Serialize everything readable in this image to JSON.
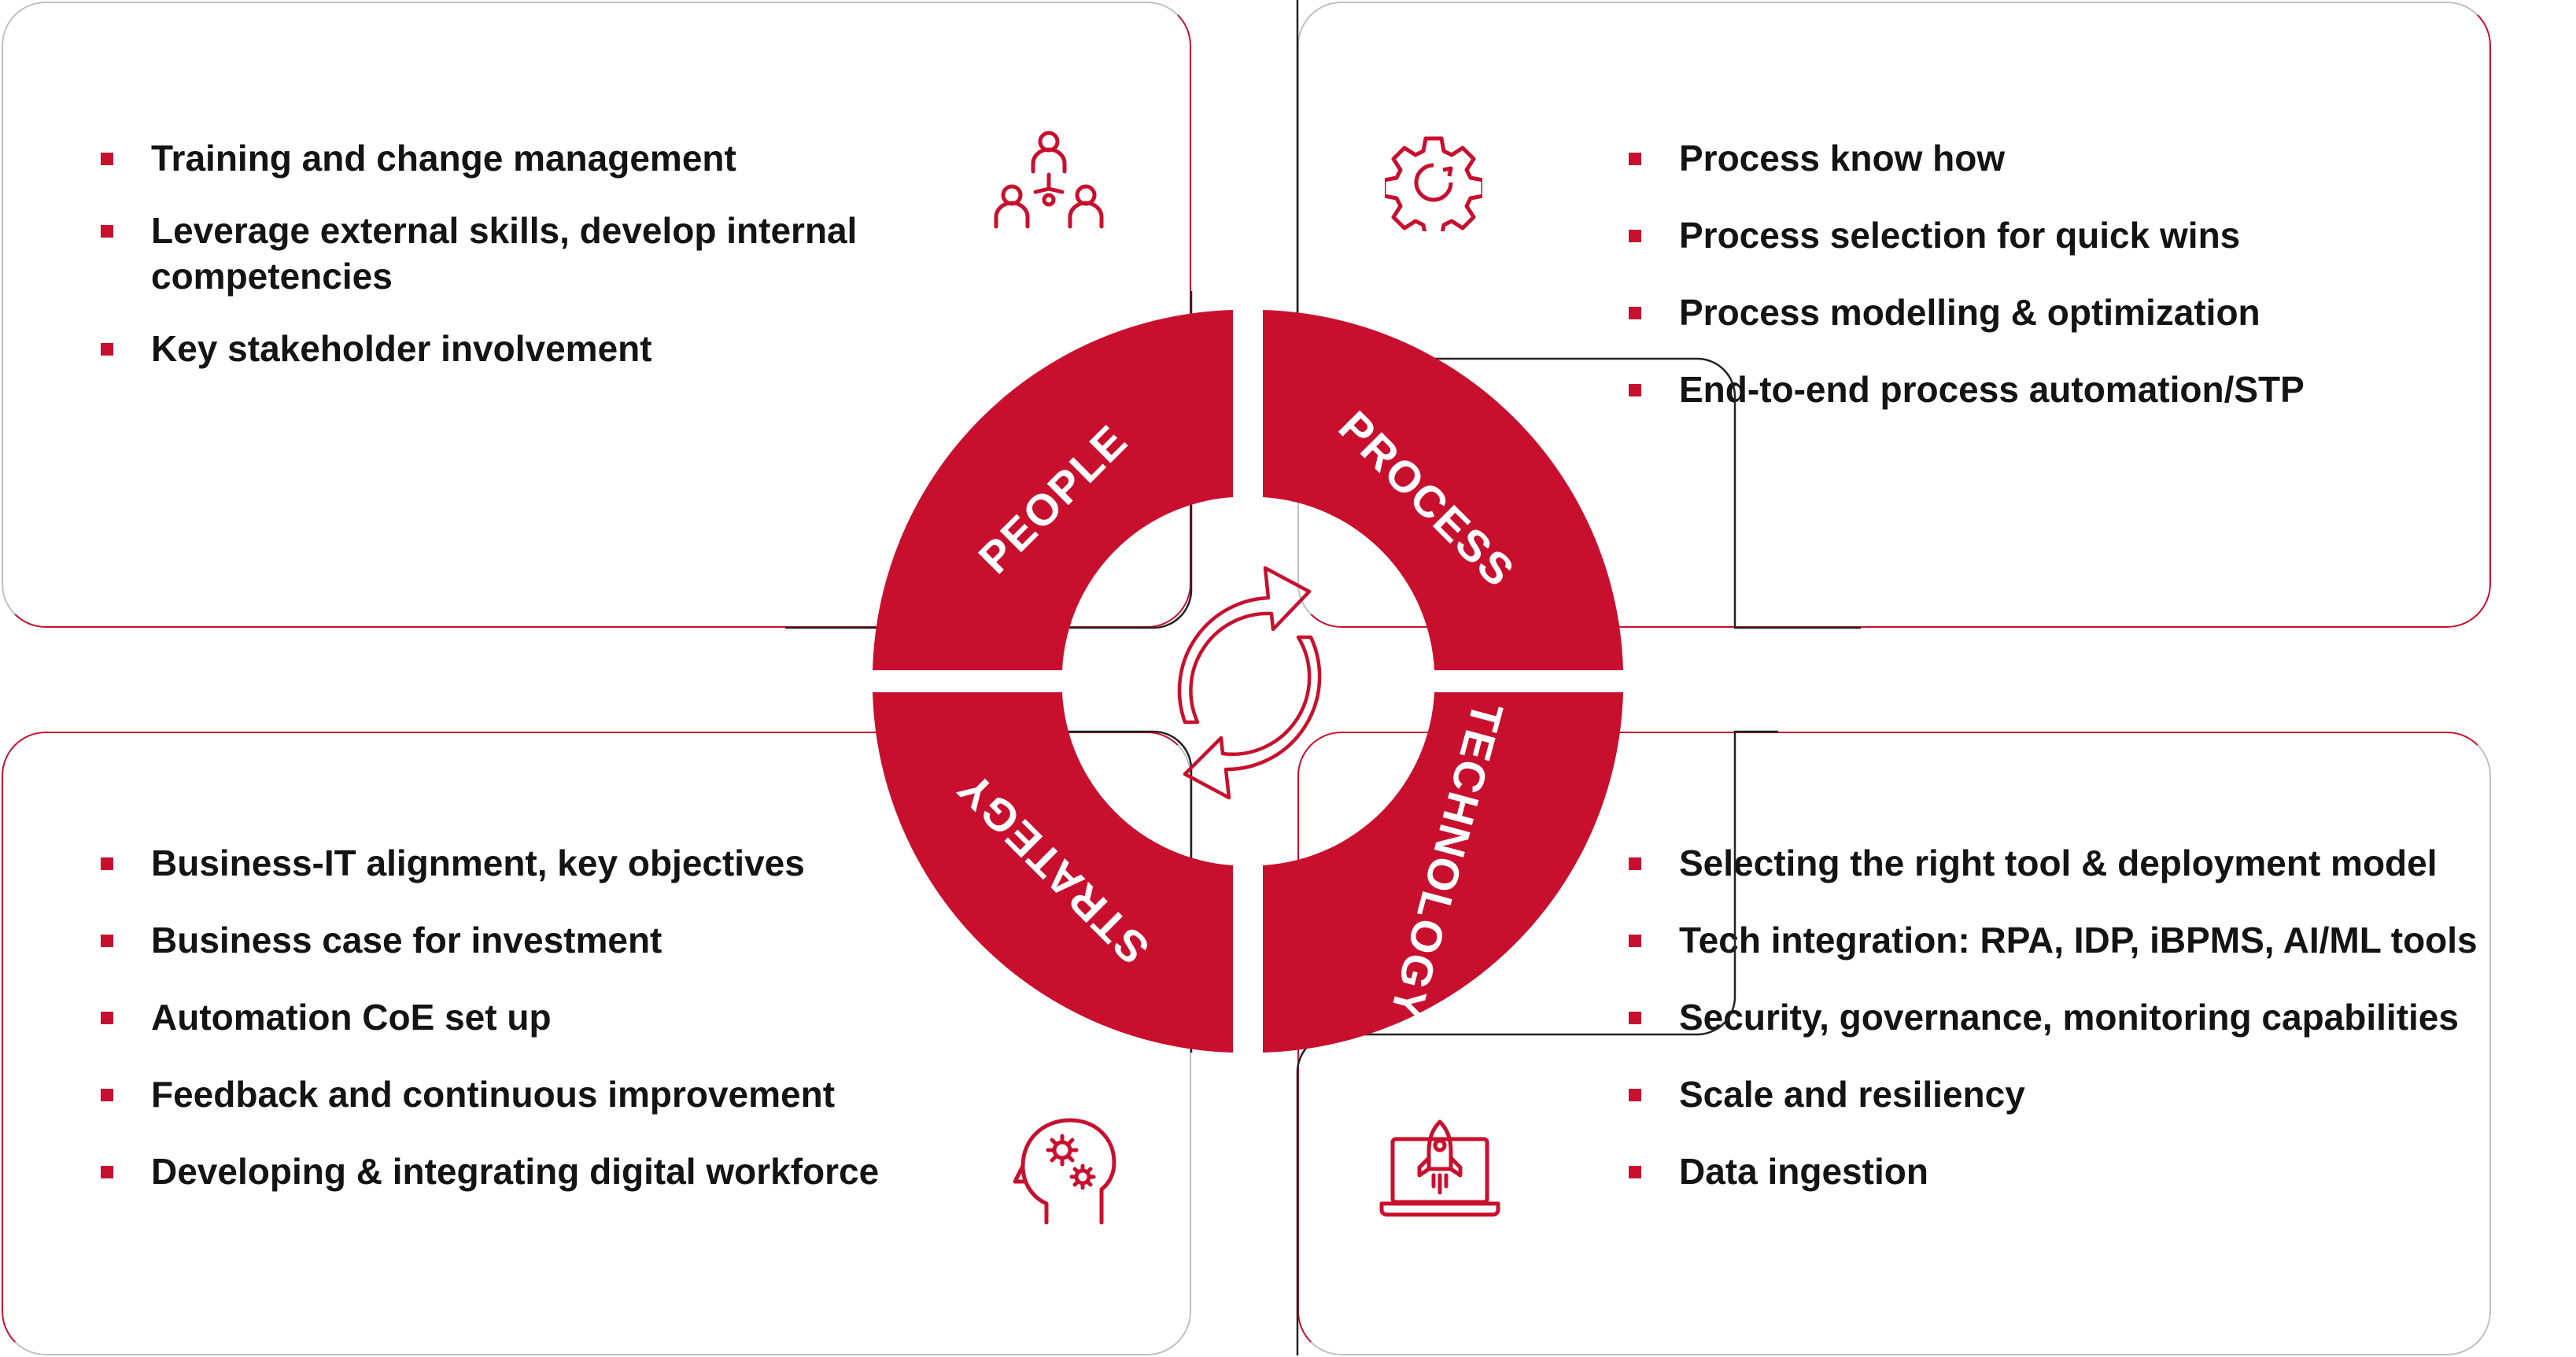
{
  "colors": {
    "accent": "#c8102e",
    "text": "#141414",
    "panel_border": "#c0c0c0"
  },
  "wheel": {
    "segments": {
      "people": "PEOPLE",
      "process": "PROCESS",
      "technology": "TECHNOLOGY",
      "strategy": "STRATEGY"
    },
    "center_icon": "refresh-cycle-icon"
  },
  "people": {
    "icon": "team-hierarchy-icon",
    "items": [
      "Training  and change management",
      "Leverage external skills, develop internal competencies",
      "Key stakeholder involvement"
    ]
  },
  "process": {
    "icon": "gear-icon",
    "items": [
      "Process know how",
      "Process selection for quick wins",
      "Process modelling & optimization",
      "End-to-end process automation/STP"
    ]
  },
  "strategy": {
    "icon": "head-gears-icon",
    "items": [
      "Business-IT alignment, key objectives",
      "Business case for investment",
      "Automation CoE set up",
      "Feedback and continuous improvement",
      "Developing & integrating digital workforce"
    ]
  },
  "technology": {
    "icon": "laptop-rocket-icon",
    "items": [
      "Selecting the right tool & deployment model",
      "Tech integration: RPA, IDP, iBPMS, AI/ML tools",
      "Security, governance, monitoring capabilities",
      "Scale and resiliency",
      "Data ingestion"
    ]
  }
}
